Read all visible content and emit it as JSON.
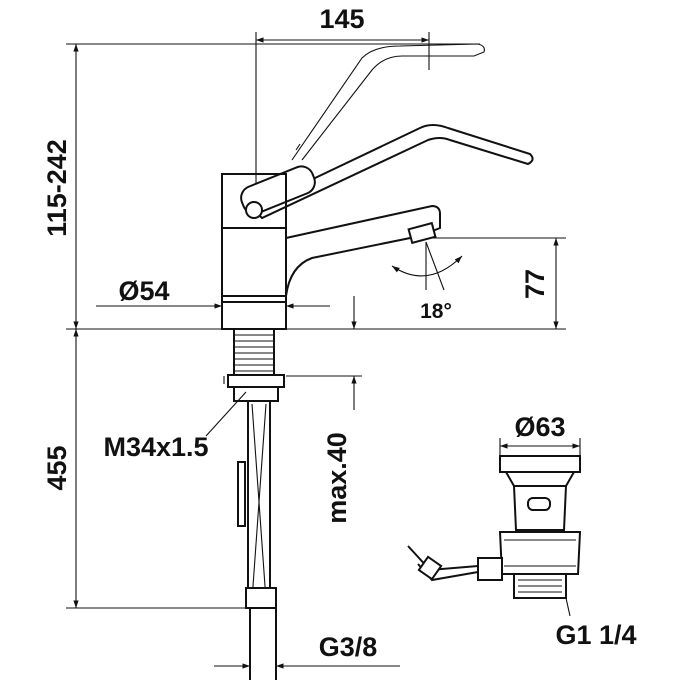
{
  "dimensions": {
    "width_top": "145",
    "height_range": "115-242",
    "diameter_base": "Ø54",
    "spout_height": "77",
    "swivel_angle": "18°",
    "thread": "M34x1.5",
    "hose_length": "455",
    "max_thickness": "max.40",
    "waste_diameter": "Ø63",
    "waste_thread": "G1 1/4",
    "connection": "G3/8"
  }
}
